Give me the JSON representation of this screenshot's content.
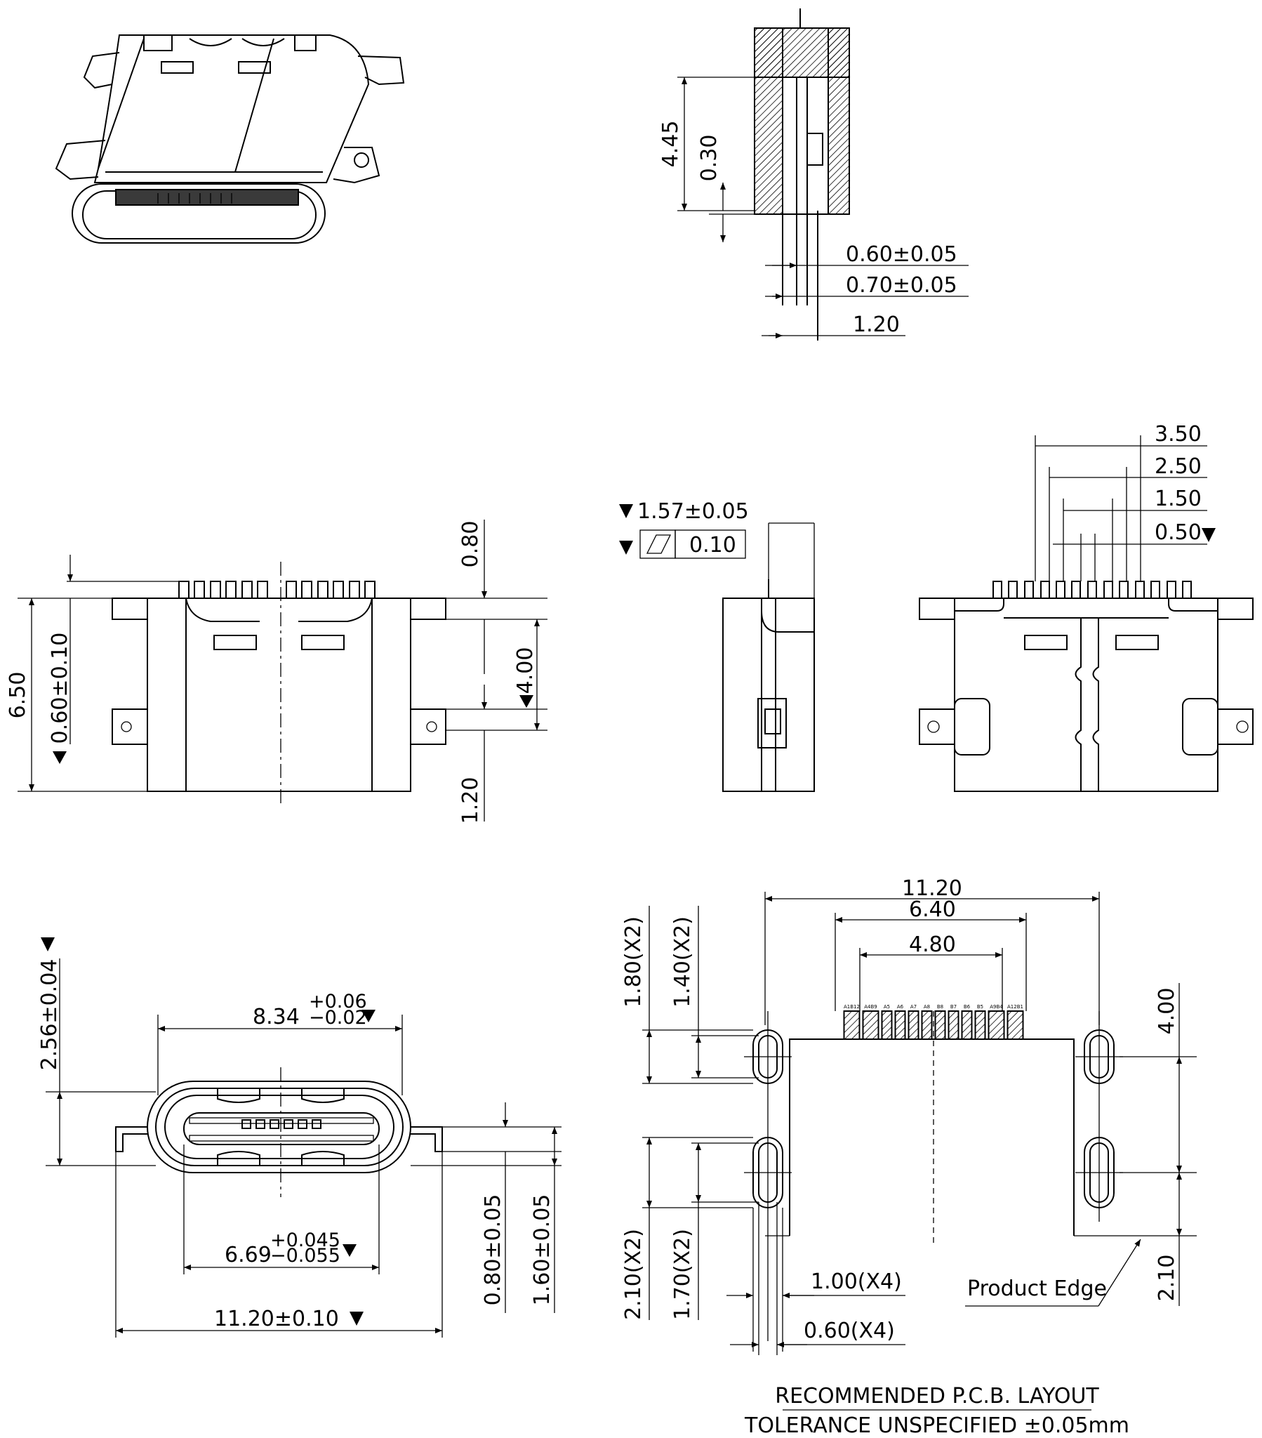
{
  "dimensions": {
    "side_section": {
      "height": "4.45",
      "step": "0.30",
      "pin_a": "0.60±0.05",
      "pin_b": "0.70±0.05",
      "width": "1.20"
    },
    "front_view": {
      "total_height": "6.50",
      "standoff": "0.60±0.10",
      "top_gap": "0.80",
      "tab_spacing": "4.00",
      "bottom_gap": "1.20"
    },
    "side_view": {
      "thickness": "1.57±0.05",
      "flatness_value": "0.10"
    },
    "rear_view": {
      "pitch_350": "3.50",
      "pitch_250": "2.50",
      "pitch_150": "1.50",
      "pitch_050": "0.50"
    },
    "end_view": {
      "height": "2.56±0.04",
      "outer_width_nominal": "8.34",
      "outer_width_plus": "+0.06",
      "outer_width_minus": "−0.02",
      "inner_width_nominal": "6.69",
      "inner_width_plus": "+0.045",
      "inner_width_minus": "−0.055",
      "total_width": "11.20±0.10",
      "tab_a": "0.80±0.05",
      "tab_b": "1.60±0.05"
    },
    "pcb_layout": {
      "overall": "11.20",
      "pad_span": "6.40",
      "inner_span": "4.80",
      "slot_top_a": "1.80(X2)",
      "slot_top_b": "1.40(X2)",
      "slot_bot_a": "2.10(X2)",
      "slot_bot_b": "1.70(X2)",
      "slot_w_a": "1.00(X4)",
      "slot_w_b": "0.60(X4)",
      "vertical_a": "4.00",
      "vertical_b": "2.10",
      "edge_label": "Product Edge",
      "pad_labels": [
        "A1B12",
        "A4B9",
        "A5",
        "A6",
        "A7",
        "A8",
        "B8",
        "B7",
        "B6",
        "B5",
        "A9B4",
        "A12B1"
      ]
    }
  },
  "notes": {
    "title": "RECOMMENDED   P.C.B.  LAYOUT",
    "tolerance": "TOLERANCE  UNSPECIFIED  ±0.05mm"
  }
}
